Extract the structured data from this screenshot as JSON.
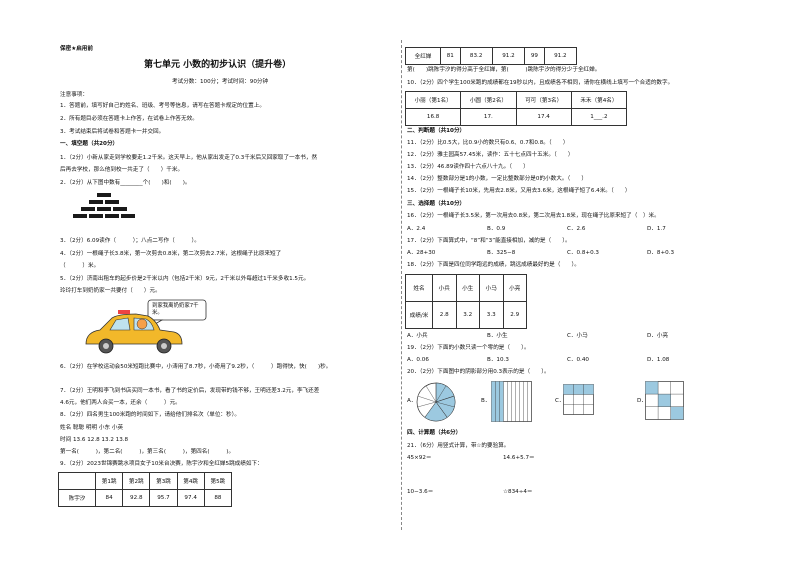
{
  "header": {
    "secret": "保密★启用前",
    "title": "第七单元 小数的初步认识（提升卷）",
    "meta": "考试分数：100分；考试时间：90分钟",
    "notice_title": "注意事项：",
    "notices": [
      "1．答题前，填写好自己的姓名、班级、考号等信息，请写在答题卡规定的位置上。",
      "2．所有题目必须在答题卡上作答，在试卷上作答无效。",
      "3．考试结束后将试卷和答题卡一并交回。"
    ]
  },
  "left": {
    "sec1": "一、填空题（共20分）",
    "q1a": "1．（2分）小新从家走到学校要走1.2千米。这天早上，他从家出发走了0.3千米后又回家取了一本书，然",
    "q1b": "后再去学校，那么他到校一共走了（　　）千米。",
    "q2": "2．（2分）从下图中数有________个(　　)和(　　)。",
    "q3": "3．（2分）6.09读作（　　　）；八点二写作（　　　）。",
    "q4a": "4．（2分）一根绳子长3.8米，第一次剪去0.8米，第二次剪去2.7米，这根绳子比原来短了",
    "q4b": "（　　　）米。",
    "q5a": "5．（2分）济南出租车的起步价是2千米以内（包括2千米）9元，2千米以外每超过1千米多收1.5元。",
    "q5b": "玲玲打车到奶奶家一共要付（　　）元。",
    "bubble": "到家我离奶奶家7千米。",
    "q6": "6．（2分）在学校运动会50米短跑比赛中，小涛用了8.7秒，小奇用了9.2秒，（　　　）跑得快，快(　　)秒。",
    "q7a": "7．（2分）王明和李飞到书店买同一本书，看了书的定价后，发现带的钱不够，王明还差3.2元，李飞还差",
    "q7b": "4.6元，他们两人合买一本，还余（　　　）元。",
    "q8": "8．（2分）四名男生100米跑的时间如下，请给他们排名次（单位：秒）。",
    "q8_names": "姓名 聪聪 明明 小东 小英",
    "q8_times": "时间 13.6 12.8 13.2 13.8",
    "q8_ranks": "第一名(　　　)，第二名(　　　)，第三名(　　　)，第四名(　　　)。",
    "q9": "9．（2分）2023世锦赛跳水项目女子10米台决赛，陈宇汐和全红婵5跳成绩如下：",
    "table9": {
      "headers": [
        "",
        "第1跳",
        "第2跳",
        "第3跳",
        "第4跳",
        "第5跳"
      ],
      "row1": [
        "陈宇汐",
        "84",
        "92.8",
        "95.7",
        "97.4",
        "88"
      ]
    }
  },
  "right": {
    "table9b": [
      "全红婵",
      "81",
      "83.2",
      "91.2",
      "99",
      "91.2"
    ],
    "q9b": "第(　　)跳陈宇汐的得分高于全红婵，第(　　　)跳陈宇汐的得分少于全红婵。",
    "q10": "10．（2分）四个学生100米跑的成绩都在19秒以内，且成绩各不相同，请你在横线上填写一个合适的数字。",
    "table10": {
      "headers": [
        "小丽（第1名）",
        "小圆（第2名）",
        "可可（第3名）",
        "禾禾（第4名）"
      ],
      "values": [
        "16.8",
        "17.",
        "17.4",
        "1___.2"
      ]
    },
    "sec2": "二、判断题（共10分）",
    "q11": "11．（2分）比0.5大，比0.9小的数只有0.6、0.7和0.8。（　　）",
    "q12": "12．（2分）雅主园高57.45米，读作：五十七点四十五米。（　　）",
    "q13": "13．（2分）46.89读作四十六点八十九。（　　）",
    "q14": "14．（2分）整数部分是1的小数，一定比整数部分是0的小数大。（　　）",
    "q15": "15．（2分）一根绳子长10米，先用去2.8米，又用去3.6米，这根绳子短了6.4米。（　　）",
    "sec3": "三、选择题（共10分）",
    "q16": "16．（2分）一根绳子长3.5米，第一次用去0.8米，第二次用去1.8米，现在绳子比原来短了（　）米。",
    "q16_opts": [
      "A．2.4",
      "B．0.9",
      "C．2.6",
      "D．1.7"
    ],
    "q17": "17．（2分）下面算式中，“8”和“3”能直接相加，减的是（　　）。",
    "q17_opts": [
      "A．28+30",
      "B．325−8",
      "C．0.8+0.3",
      "D．8+0.3"
    ],
    "q18": "18．（2分）下面是四位同学跑远的成绩，跳远成绩最好的是（　　）。",
    "table18": {
      "headers": [
        "姓名",
        "小兵",
        "小生",
        "小马",
        "小亮"
      ],
      "label": "成绩/米",
      "values": [
        "2.8",
        "3.2",
        "3.3",
        "2.9"
      ]
    },
    "q18_opts": [
      "A．小兵",
      "B．小生",
      "C．小马",
      "D．小亮"
    ],
    "q19": "19．（2分）下面的小数只读一个零的是（　　）。",
    "q19_opts": [
      "A．0.06",
      "B．10.3",
      "C．0.40",
      "D．1.08"
    ],
    "q20": "20．（2分）下面图中的阴影部分用0.3表示的是（　　）。",
    "q20_opts": [
      "A．",
      "B．",
      "C．",
      "D．"
    ],
    "sec4": "四、计算题（共6分）",
    "q21": "21．（6分）用竖式计算，带☆的要验算。",
    "calc1": "45×92＝",
    "calc2": "14.6+5.7＝",
    "calc3": "10−3.6＝",
    "calc4": "☆834÷4＝"
  }
}
